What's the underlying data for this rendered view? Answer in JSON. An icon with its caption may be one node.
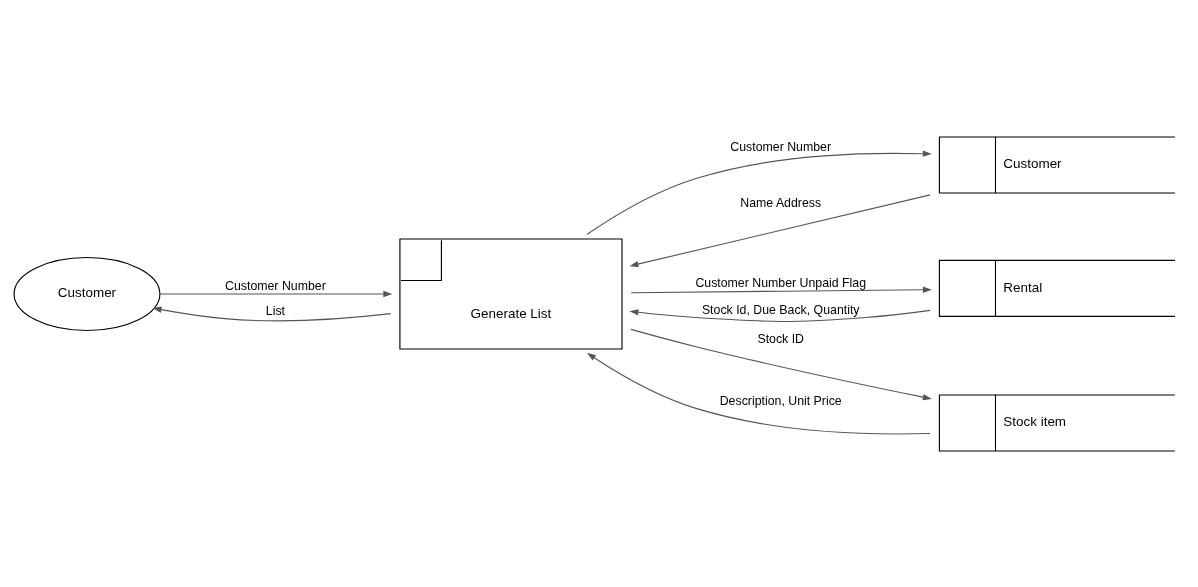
{
  "diagram": {
    "nodes": [
      {
        "text": [
          "Customer"
        ]
      },
      {
        "text": [
          "Generate List"
        ]
      },
      {
        "text": [
          "Customer"
        ]
      },
      {
        "text": [
          "Rental"
        ]
      },
      {
        "text": [
          "Stock item"
        ]
      }
    ],
    "edges": [
      {
        "from": 0,
        "to": 1,
        "arrow": "to",
        "label": "Customer Number"
      },
      {
        "from": 1,
        "to": 0,
        "arrow": "to",
        "label": "List"
      },
      {
        "from": 1,
        "to": 2,
        "arrow": "to",
        "label": "Customer Number"
      },
      {
        "from": 2,
        "to": 1,
        "arrow": "to",
        "label": "Name Address"
      },
      {
        "from": 1,
        "to": 3,
        "arrow": "to",
        "label": "Customer Number Unpaid Flag"
      },
      {
        "from": 3,
        "to": 1,
        "arrow": "to",
        "label": "Stock Id, Due Back, Quantity"
      },
      {
        "from": 1,
        "to": 4,
        "arrow": "to",
        "label": "Stock ID"
      },
      {
        "from": 4,
        "to": 1,
        "arrow": "to",
        "label": "Description, Unit Price"
      }
    ]
  }
}
